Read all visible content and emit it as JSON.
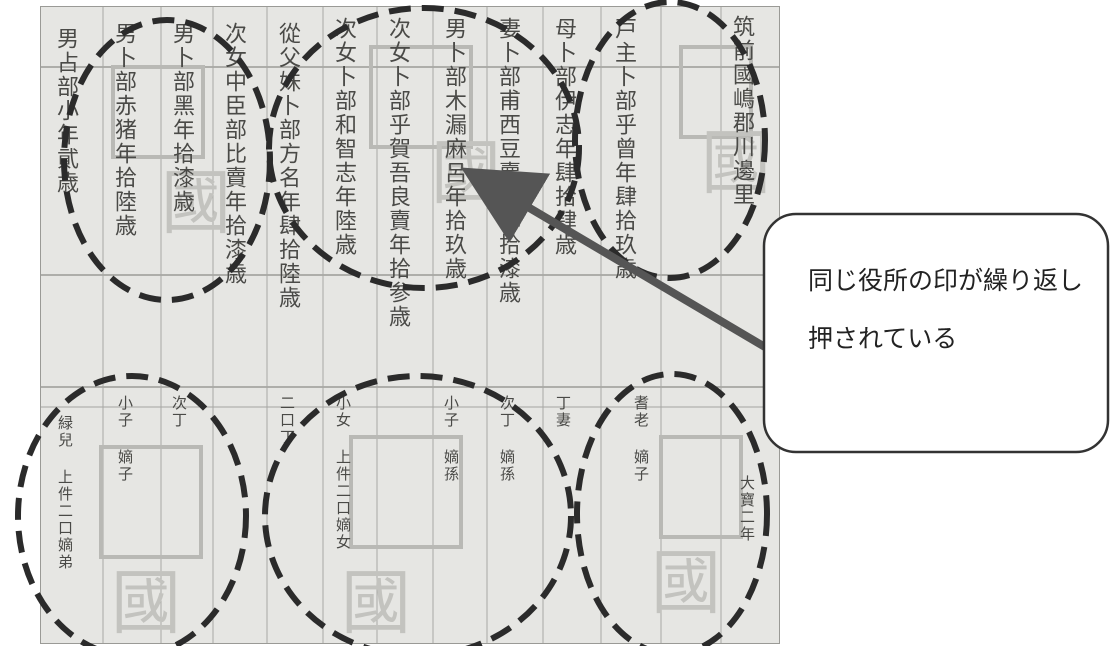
{
  "callout": {
    "text": "同じ役所の印が繰り返し押されている"
  },
  "document": {
    "columns_top": [
      "男占部小年貮歳",
      "男卜部赤猪年拾陸歳",
      "男卜部黑年拾漆歳",
      "次女中臣部比賣年拾漆歳",
      "從父妹卜部方名年肆拾陸歳",
      "次女卜部和智志年陸歳",
      "次女卜部乎賀吾良賣年拾参歳",
      "男卜部木漏麻呂年拾玖歳",
      "妻卜部甫西豆賣年肆拾漆歳",
      "母卜部伊志年肆拾肆歳",
      "戸主卜部乎曾年肆拾玖歳",
      "筑前國嶋郡川邊里"
    ],
    "columns_bottom": [
      "緑兒 上件二口嫡弟",
      "小子 嫡子",
      "次丁",
      "二口丁",
      "小女 上件二口嫡女",
      "小子 嫡孫",
      "次丁 嫡孫",
      "丁妻",
      "耆老 嫡子",
      "大寶二年"
    ]
  }
}
